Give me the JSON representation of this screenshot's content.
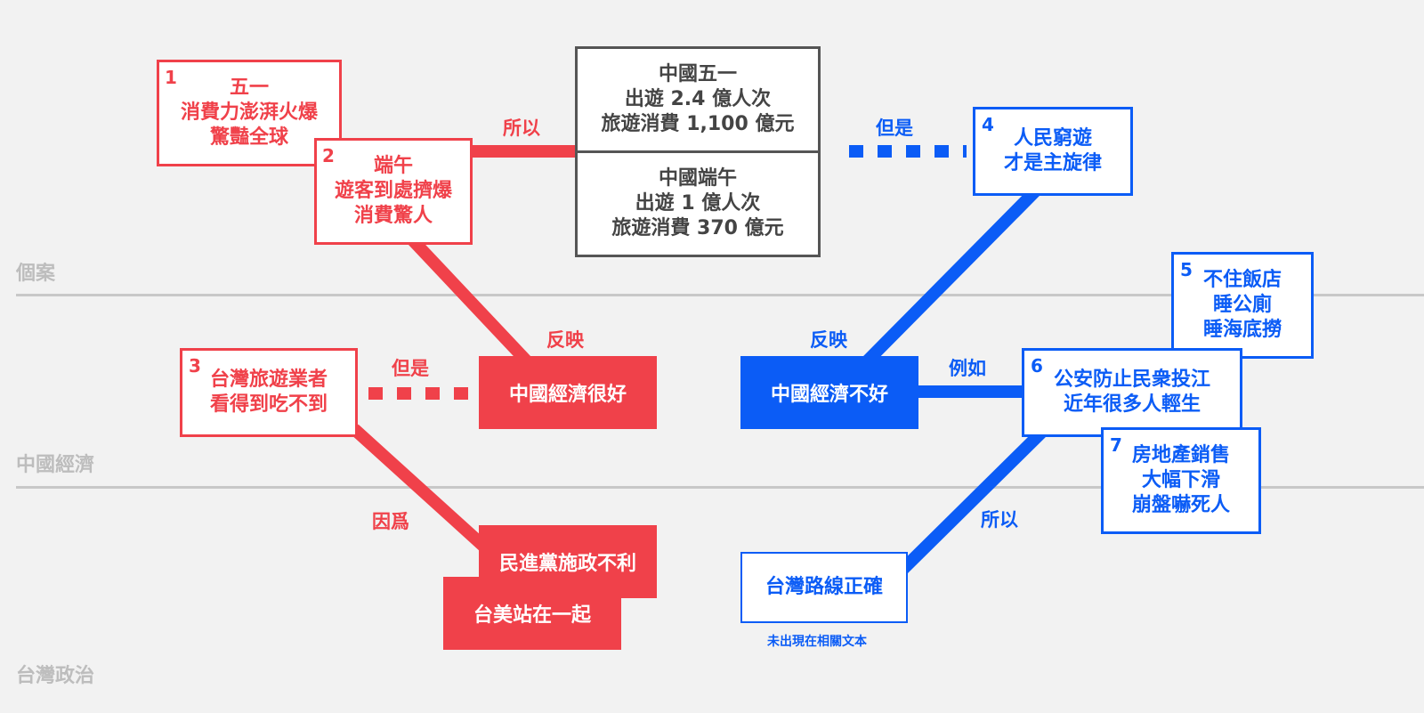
{
  "rows": {
    "case_label": "個案",
    "economy_label": "中國經濟",
    "politics_label": "台灣政治"
  },
  "colors": {
    "red": "#f0414a",
    "blue": "#0b5cf6",
    "gray": "#555555",
    "background": "#f2f2f2",
    "separator": "#c8c8c8"
  },
  "red_side": {
    "box1": {
      "num": "1",
      "lines": [
        "五一",
        "消費力澎湃火爆",
        "驚豔全球"
      ]
    },
    "box2": {
      "num": "2",
      "lines": [
        "端午",
        "遊客到處擠爆",
        "消費驚人"
      ]
    },
    "box3": {
      "num": "3",
      "lines": [
        "台灣旅遊業者",
        "看得到吃不到"
      ]
    },
    "so_label": "所以",
    "reflect_label": "反映",
    "but_label": "但是",
    "because_label": "因爲",
    "good_economy": "中國經濟很好",
    "dpp": "民進黨施政不利",
    "us": "台美站在一起"
  },
  "gray_stats": {
    "may": [
      "中國五一",
      "出遊 2.4 億人次",
      "旅遊消費 1,100 億元"
    ],
    "dragon": [
      "中國端午",
      "出遊 1 億人次",
      "旅遊消費 370 億元"
    ]
  },
  "blue_side": {
    "but_label": "但是",
    "box4": {
      "num": "4",
      "lines": [
        "人民窮遊",
        "才是主旋律"
      ]
    },
    "reflect_label": "反映",
    "bad_economy": "中國經濟不好",
    "example_label": "例如",
    "box5": {
      "num": "5",
      "lines": [
        "不住飯店",
        "睡公廁",
        "睡海底撈"
      ]
    },
    "box6": {
      "num": "6",
      "lines": [
        "公安防止民衆投江",
        "近年很多人輕生"
      ]
    },
    "box7": {
      "num": "7",
      "lines": [
        "房地產銷售",
        "大幅下滑",
        "崩盤嚇死人"
      ]
    },
    "so_label": "所以",
    "taiwan_correct": "台灣路線正確",
    "note": "未出現在相關文本"
  }
}
